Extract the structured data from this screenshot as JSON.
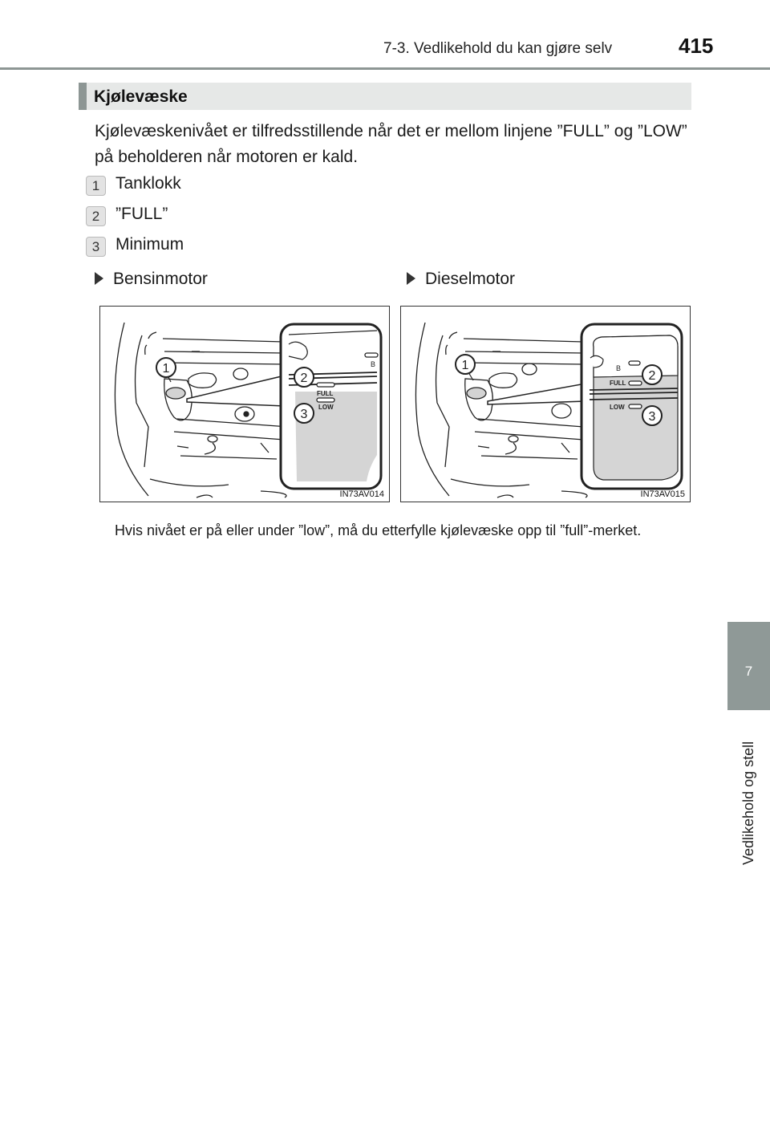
{
  "header": {
    "section": "7-3. Vedlikehold du kan gjøre selv",
    "page_number": "415"
  },
  "side_tab": {
    "chapter": "7",
    "label": "Vedlikehold og stell"
  },
  "section": {
    "title": "Kjølevæske"
  },
  "intro": "Kjølevæskenivået er tilfredsstillende når det er mellom linjene ”FULL” og ”LOW” på beholderen når motoren er kald.",
  "items": [
    {
      "num": "1",
      "label": "Tanklokk"
    },
    {
      "num": "2",
      "label": "”FULL”"
    },
    {
      "num": "3",
      "label": "Minimum"
    }
  ],
  "figures": [
    {
      "heading": "Bensinmotor",
      "code": "IN73AV014",
      "tank_marks": {
        "b": "B",
        "full": "FULL",
        "low": "LOW"
      },
      "callouts": [
        "1",
        "2",
        "3"
      ]
    },
    {
      "heading": "Dieselmotor",
      "code": "IN73AV015",
      "tank_marks": {
        "b": "B",
        "full": "FULL",
        "low": "LOW"
      },
      "callouts": [
        "1",
        "2",
        "3"
      ]
    }
  ],
  "note": "Hvis nivået er på eller under ”low”, må du etterfylle kjølevæske opp til ”full”-merket."
}
